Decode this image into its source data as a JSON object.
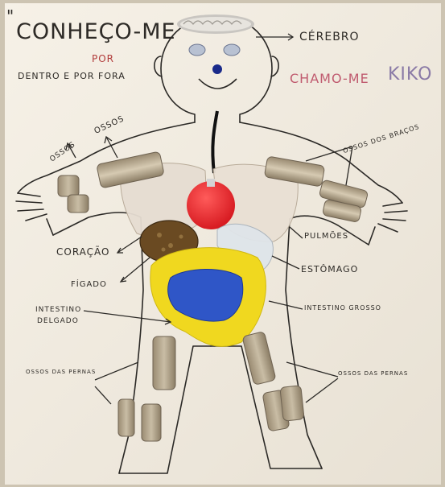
{
  "poster": {
    "title_quote": "\"",
    "title_word": "CONHEÇO-ME",
    "title_por": "POR",
    "title_subline": "DENTRO E POR FORA",
    "brain_label": "CÉREBRO",
    "name_prefix": "CHAMO-ME",
    "name": "KIKO"
  },
  "labels": {
    "ossos_left_1": "OSSOS",
    "ossos_left_2": "OSSOS",
    "ossos_bracos": "OSSOS DOS BRAÇOS",
    "coracao": "CORAÇÃO",
    "figado": "FÍGADO",
    "pulmoes": "PULMÕES",
    "estomago": "ESTÔMAGO",
    "intestino_delgado_1": "INTESTINO",
    "intestino_delgado_2": "DELGADO",
    "intestino_grosso": "INTESTINO GROSSO",
    "ossos_pernas_left": "OSSOS DAS PERNAS",
    "ossos_pernas_right": "OSSOS DAS PERNAS"
  },
  "colors": {
    "paper": "#f1ece1",
    "outline": "#2b2926",
    "heart_red": "#e8262b",
    "stomach_yellow": "#f0d81f",
    "intestine_blue": "#2f56c7",
    "liver_brown": "#6a4a22",
    "bone_tan": "#c6b89e"
  }
}
